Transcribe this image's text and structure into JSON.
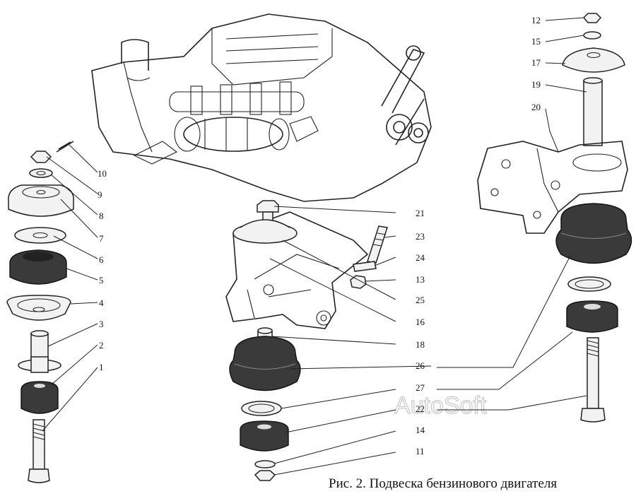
{
  "caption": "Рис. 2. Подвеска бензинового двигателя",
  "watermark": "AutoSoft",
  "labels": {
    "n1": "1",
    "n2": "2",
    "n3": "3",
    "n4": "4",
    "n5": "5",
    "n6": "6",
    "n7": "7",
    "n8": "8",
    "n9": "9",
    "n10": "10",
    "n11": "11",
    "n12": "12",
    "n13": "13",
    "n14": "14",
    "n15": "15",
    "n16": "16",
    "n17": "17",
    "n18": "18",
    "n19": "19",
    "n20": "20",
    "n21": "21",
    "n22": "22",
    "n23": "23",
    "n24": "24",
    "n25": "25",
    "n26": "26",
    "n27": "27"
  }
}
